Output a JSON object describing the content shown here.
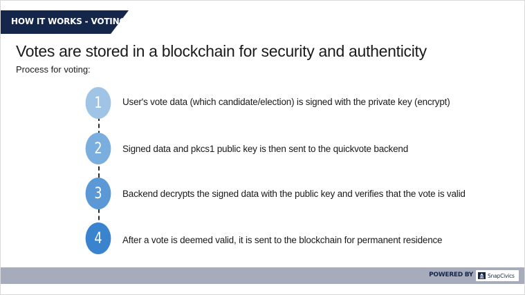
{
  "banner": {
    "label": "HOW IT WORKS - VOTING"
  },
  "headline": "Votes are stored in a blockchain for security and authenticity",
  "subheadline": "Process for voting:",
  "steps": [
    {
      "number": "1",
      "text": "User's vote data (which candidate/election) is signed with the private key (encrypt)",
      "color": "#9fc4e6"
    },
    {
      "number": "2",
      "text": "Signed data and pkcs1 public key is then sent to the quickvote backend",
      "color": "#7aaede"
    },
    {
      "number": "3",
      "text": "Backend decrypts the signed data with the public key and verifies that the vote is valid",
      "color": "#5a99d6"
    },
    {
      "number": "4",
      "text": "After a vote is deemed valid, it is sent to the blockchain for permanent residence",
      "color": "#3a84cf"
    }
  ],
  "footer": {
    "powered_by": "POWERED BY",
    "brand": "SnapCivics",
    "bar_color": "#a7acbd"
  }
}
